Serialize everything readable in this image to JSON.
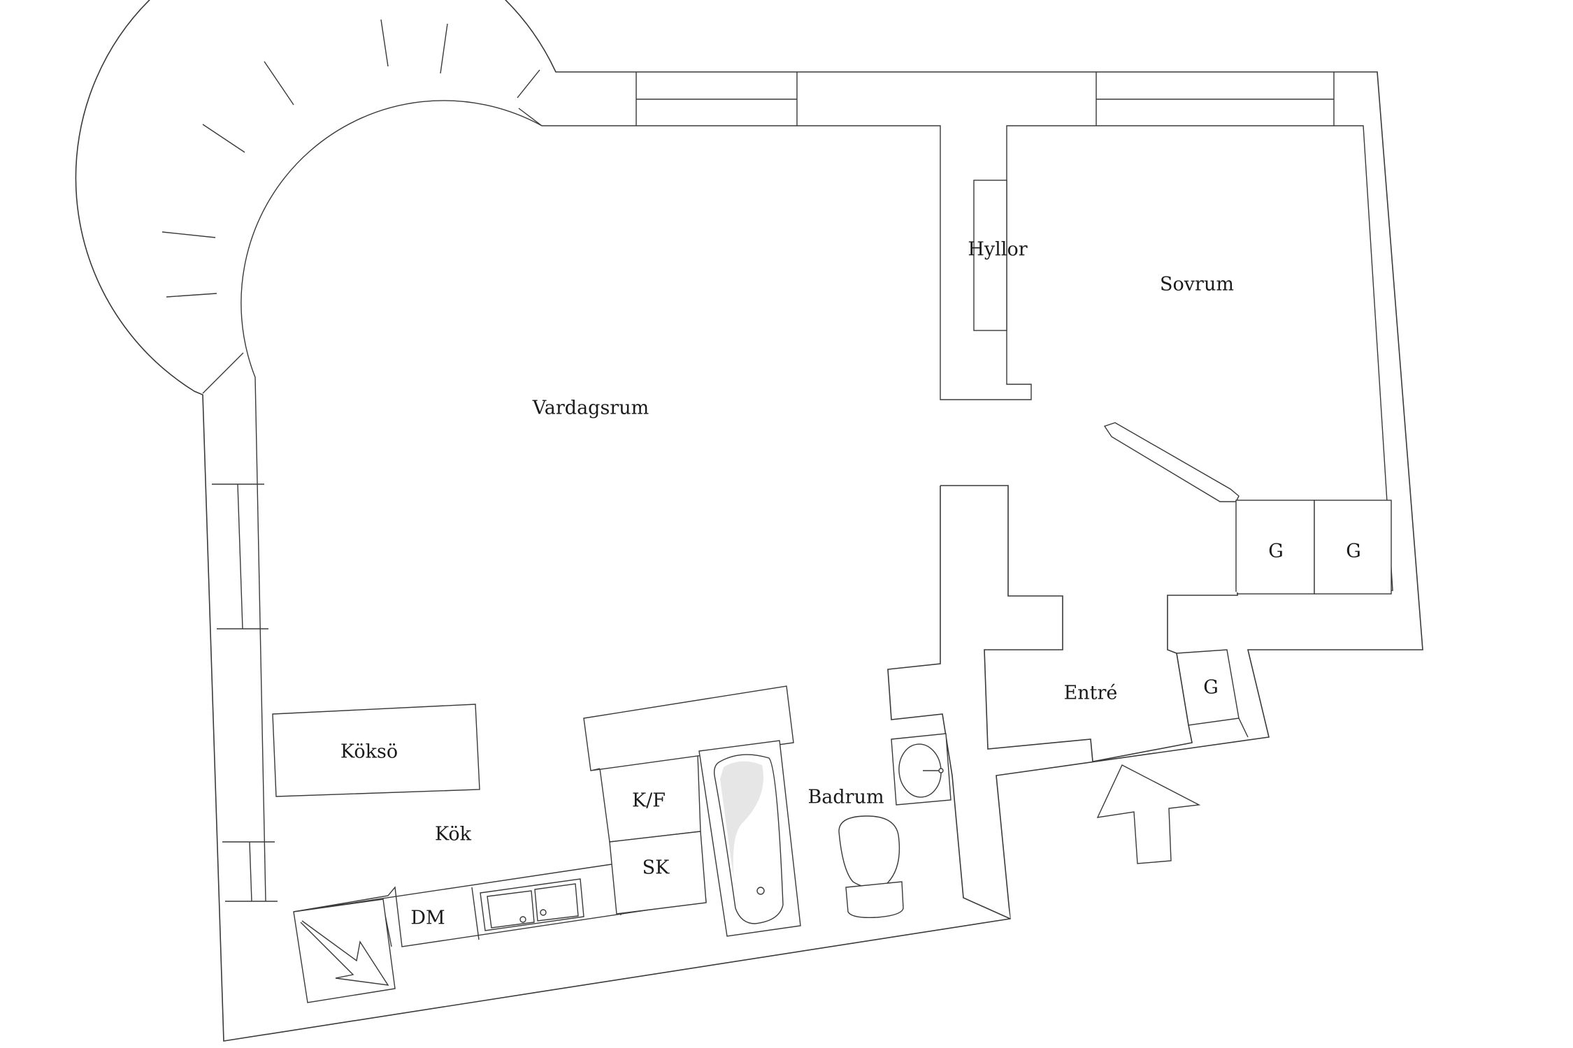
{
  "rooms": {
    "vardagsrum": "Vardagsrum",
    "hyllor": "Hyllor",
    "sovrum": "Sovrum",
    "koksö": "Köksö",
    "kok": "Kök",
    "kf": "K/F",
    "sk": "SK",
    "dm": "DM",
    "badrum": "Badrum",
    "entre": "Entré",
    "g1": "G",
    "g2": "G",
    "g3": "G"
  },
  "colors": {
    "line": "#3a3a3a",
    "background": "#ffffff",
    "text": "#1a1a1a"
  },
  "icons": {
    "entrance": "entrance-arrow-icon",
    "chimney": "chimney-icon",
    "sink": "double-sink-icon",
    "bathtub": "bathtub-icon",
    "toilet": "toilet-icon",
    "washbasin": "washbasin-icon"
  }
}
